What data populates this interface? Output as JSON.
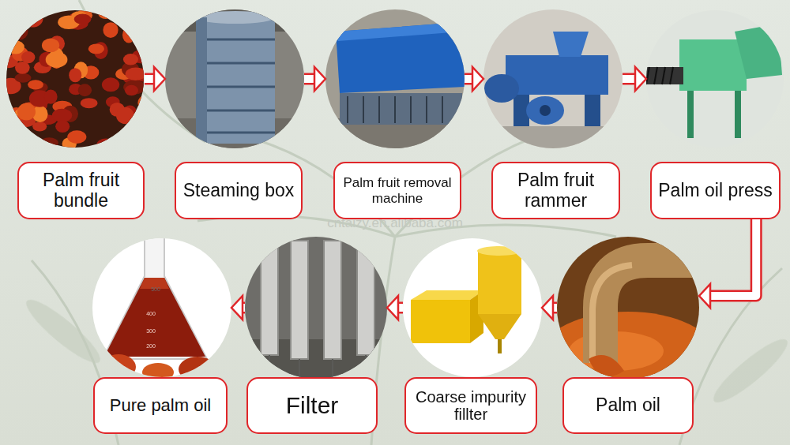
{
  "diagram": {
    "nodes": [
      {
        "text": [
          "Palm fruit bundle"
        ]
      },
      {
        "text": [
          "Steaming box"
        ]
      },
      {
        "text": [
          "Palm fruit removal machine"
        ]
      },
      {
        "text": [
          "Palm fruit rammer"
        ]
      },
      {
        "text": [
          "Palm oil press"
        ]
      },
      {
        "text": [
          "Pure palm oil"
        ]
      },
      {
        "text": [
          "Filter"
        ]
      },
      {
        "text": [
          "Coarse impurity fillter"
        ]
      },
      {
        "text": [
          "Palm oil"
        ]
      }
    ],
    "edges": [
      {
        "from": 0,
        "to": 1,
        "arrow": "to"
      },
      {
        "from": 1,
        "to": 2,
        "arrow": "to"
      },
      {
        "from": 2,
        "to": 3,
        "arrow": "to"
      },
      {
        "from": 3,
        "to": 4,
        "arrow": "to"
      },
      {
        "from": 4,
        "to": 8,
        "arrow": "to"
      },
      {
        "from": 8,
        "to": 7,
        "arrow": "to"
      },
      {
        "from": 7,
        "to": 6,
        "arrow": "to"
      },
      {
        "from": 6,
        "to": 5,
        "arrow": "to"
      }
    ],
    "labels": [
      "cntaizy.en.alibaba.com",
      "500",
      "400",
      "300",
      "200"
    ]
  }
}
